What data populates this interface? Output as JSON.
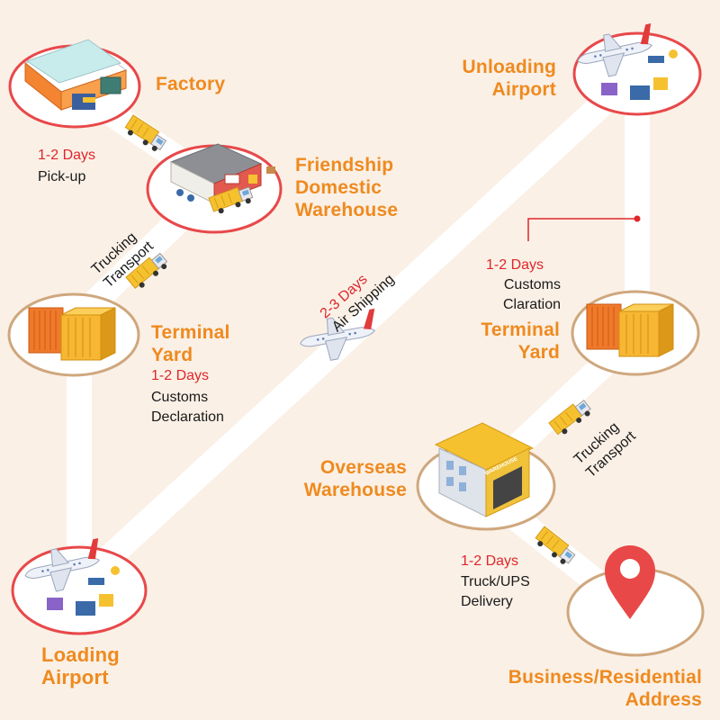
{
  "nodes": {
    "factory": {
      "label": "Factory"
    },
    "domestic_warehouse": {
      "label": [
        "Friendship",
        "Domestic",
        "Warehouse"
      ]
    },
    "terminal_yard_origin": {
      "label": [
        "Terminal",
        "Yard"
      ]
    },
    "loading_airport": {
      "label": [
        "Loading",
        "Airport"
      ]
    },
    "unloading_airport": {
      "label": [
        "Unloading",
        "Airport"
      ]
    },
    "terminal_yard_dest": {
      "label": [
        "Terminal",
        "Yard"
      ]
    },
    "overseas_warehouse": {
      "label": [
        "Overseas",
        "Warehouse"
      ]
    },
    "address": {
      "label": [
        "Business/Residential",
        "Address"
      ]
    }
  },
  "steps": {
    "pickup": {
      "days": "1-2 Days",
      "desc": "Pick-up"
    },
    "trucking_origin": {
      "lines": [
        "Trucking",
        "Transport"
      ]
    },
    "customs_origin": {
      "days": "1-2 Days",
      "lines": [
        "Customs",
        "Declaration"
      ]
    },
    "air_shipping": {
      "days": "2-3 Days",
      "desc": "Air Shipping"
    },
    "customs_dest": {
      "days": "1-2 Days",
      "lines": [
        "Customs",
        "Claration"
      ]
    },
    "trucking_dest": {
      "lines": [
        "Trucking",
        "Transport"
      ]
    },
    "delivery": {
      "days": "1-2 Days",
      "lines": [
        "Truck/UPS",
        "Delivery"
      ]
    }
  },
  "icons": {
    "warehouse_sign": "WAREHOUSE"
  },
  "colors": {
    "background": "#faf0e6",
    "road": "#ffffff",
    "label_orange": "#ef8a1f",
    "days_red": "#e0262a",
    "ring_red": "#e8484a",
    "ring_tan": "#cfa77d",
    "container_orange": "#f07a2a",
    "container_yellow": "#f7b733",
    "pin_red": "#e94848"
  }
}
